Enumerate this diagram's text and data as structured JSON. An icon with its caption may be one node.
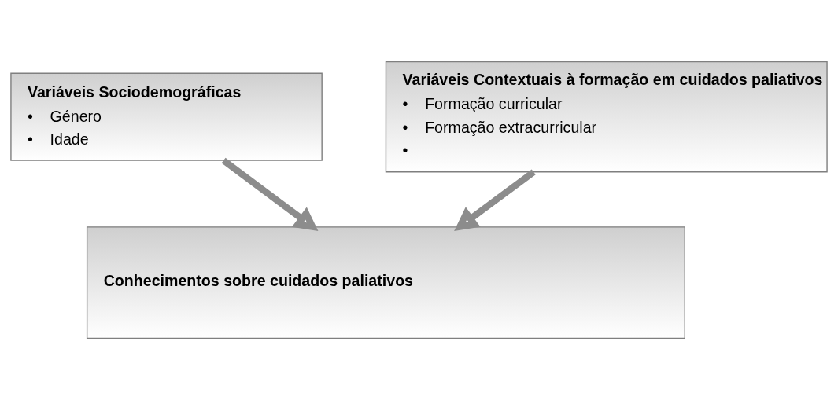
{
  "diagram": {
    "nodes": [
      {
        "text": [
          "Variáveis Sociodemográficas",
          "•\tGénero",
          "•\tIdade"
        ]
      },
      {
        "text": [
          "Variáveis Contextuais à formação em cuidados paliativos",
          "•\tFormação curricular",
          "•\tFormação extracurricular",
          "•"
        ]
      },
      {
        "text": [
          "Conhecimentos sobre cuidados paliativos"
        ]
      }
    ],
    "edges": [
      {
        "from": 0,
        "to": 2,
        "arrow": "to"
      },
      {
        "from": 1,
        "to": 2,
        "arrow": "to"
      }
    ]
  }
}
